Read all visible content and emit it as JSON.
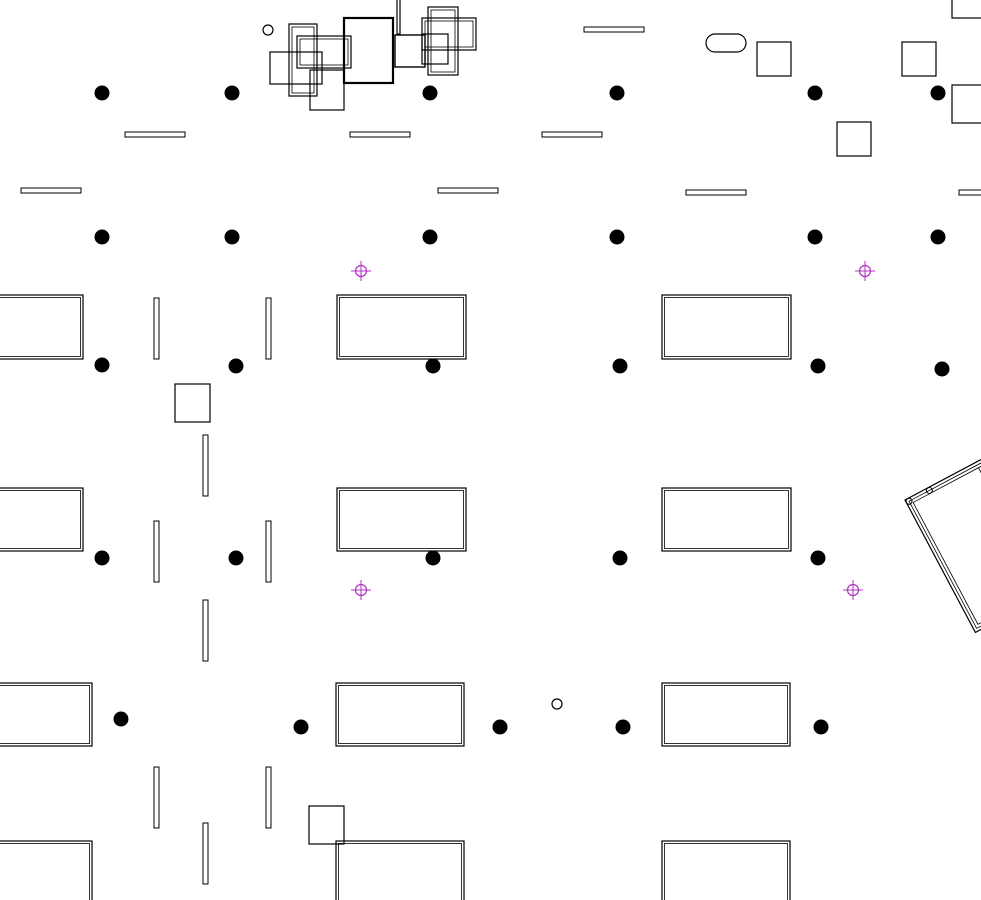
{
  "diagram": {
    "kind": "cad-floor-plan",
    "background_color": "#ffffff",
    "line_color": "#000000",
    "marker_color": "#b030c0",
    "layers": {
      "columns": "filled-circle",
      "tables": "double-outline-rectangle",
      "partitions": "thin-double-line",
      "light_fixtures": "crosshair-circle"
    }
  }
}
